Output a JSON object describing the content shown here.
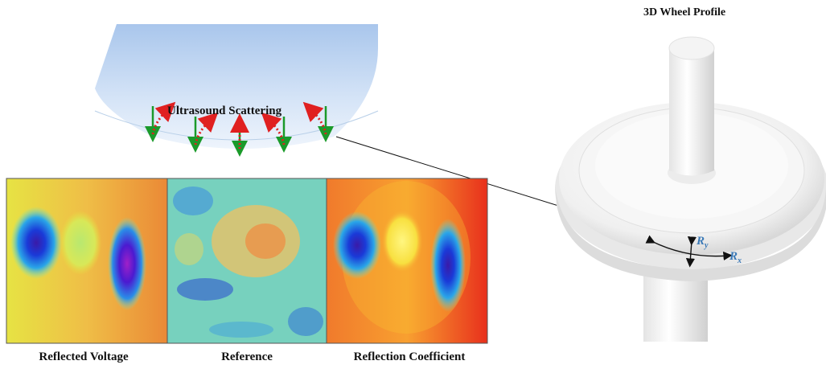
{
  "figure": {
    "wheel_title": "3D Wheel Profile",
    "scatter_title": "Ultrasound Scattering",
    "captions": {
      "reflected_voltage": "Reflected Voltage",
      "reference": "Reference",
      "reflection_coefficient": "Reflection Coefficient"
    },
    "axis_labels": {
      "ry": "R",
      "ry_sub": "y",
      "rx": "R",
      "rx_sub": "x"
    },
    "colors": {
      "arrow_down": "#1a9a2a",
      "arrow_up": "#e02020",
      "axis_label": "#3a79b7",
      "wave_top": "#a9c6ec",
      "wave_bottom": "#eaf2fc"
    },
    "transducer_pairs": 5
  }
}
